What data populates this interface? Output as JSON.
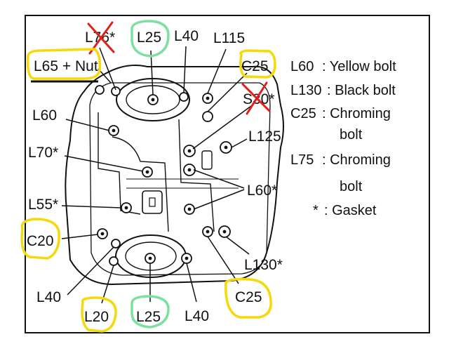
{
  "diagram": {
    "labels": {
      "l76_struck": "L76*",
      "l25_top": "L25",
      "l40_top": "L40",
      "l115": "L115",
      "l65_nut": "L65 + Nut",
      "c25_top": "C25",
      "s30_struck": "S30*",
      "l60_left": "L60",
      "l125": "L125",
      "l70": "L70*",
      "l60_right": "L60*",
      "l55": "L55*",
      "c20": "C20",
      "l130": "L130*",
      "l40_bottom_left": "L40",
      "c25_bottom": "C25",
      "l20": "L20",
      "l25_bottom": "L25",
      "l40_bottom_right": "L40"
    },
    "legend": [
      {
        "code": "L60",
        "text": ": Yellow bolt"
      },
      {
        "code": "L130",
        "text": ": Black bolt"
      },
      {
        "code": "C25",
        "text": ": Chroming",
        "cont": "bolt"
      },
      {
        "code": "L75",
        "text": ": Chroming",
        "cont": "bolt"
      },
      {
        "code": "*",
        "text": ": Gasket"
      }
    ],
    "colors": {
      "yellow_circle": "#f5d90a",
      "green_circle": "#7ee0a0",
      "red_cross": "#e0201a",
      "line": "#111111"
    }
  }
}
